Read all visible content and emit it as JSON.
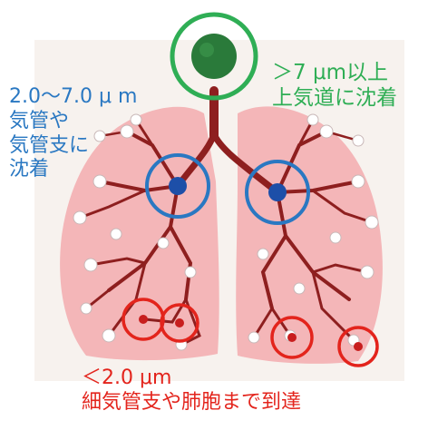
{
  "labels": {
    "large": {
      "line1": "＞7 μm以上",
      "line2": "上気道に沈着",
      "color": "#2fae55"
    },
    "medium": {
      "line1": "2.0〜7.0 μ m",
      "line2": "気管や",
      "line3": "気管支に",
      "line4": "沈着",
      "color": "#2a78c2"
    },
    "small": {
      "line1": "＜2.0 μm",
      "line2": "細気管支や肺胞まで到達",
      "color": "#e3241c"
    }
  },
  "colors": {
    "lung_fill": "#f4b6b8",
    "airway": "#8e1f1f",
    "alveolus": "#ffffff",
    "large_particle": "#2a7a3a",
    "medium_particle": "#1d4fa8",
    "small_particle": "#c81e1e"
  }
}
